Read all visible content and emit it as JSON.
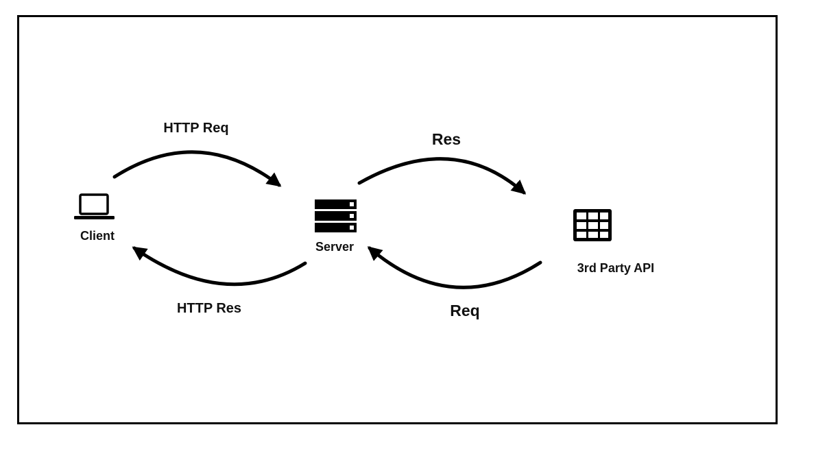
{
  "nodes": {
    "client": {
      "label": "Client",
      "icon": "laptop-icon"
    },
    "server": {
      "label": "Server",
      "icon": "server-icon"
    },
    "api": {
      "label": "3rd Party API",
      "icon": "table-grid-icon"
    }
  },
  "edges": {
    "http_req": {
      "label": "HTTP Req"
    },
    "http_res": {
      "label": "HTTP Res"
    },
    "res": {
      "label": "Res"
    },
    "req": {
      "label": "Req"
    }
  }
}
